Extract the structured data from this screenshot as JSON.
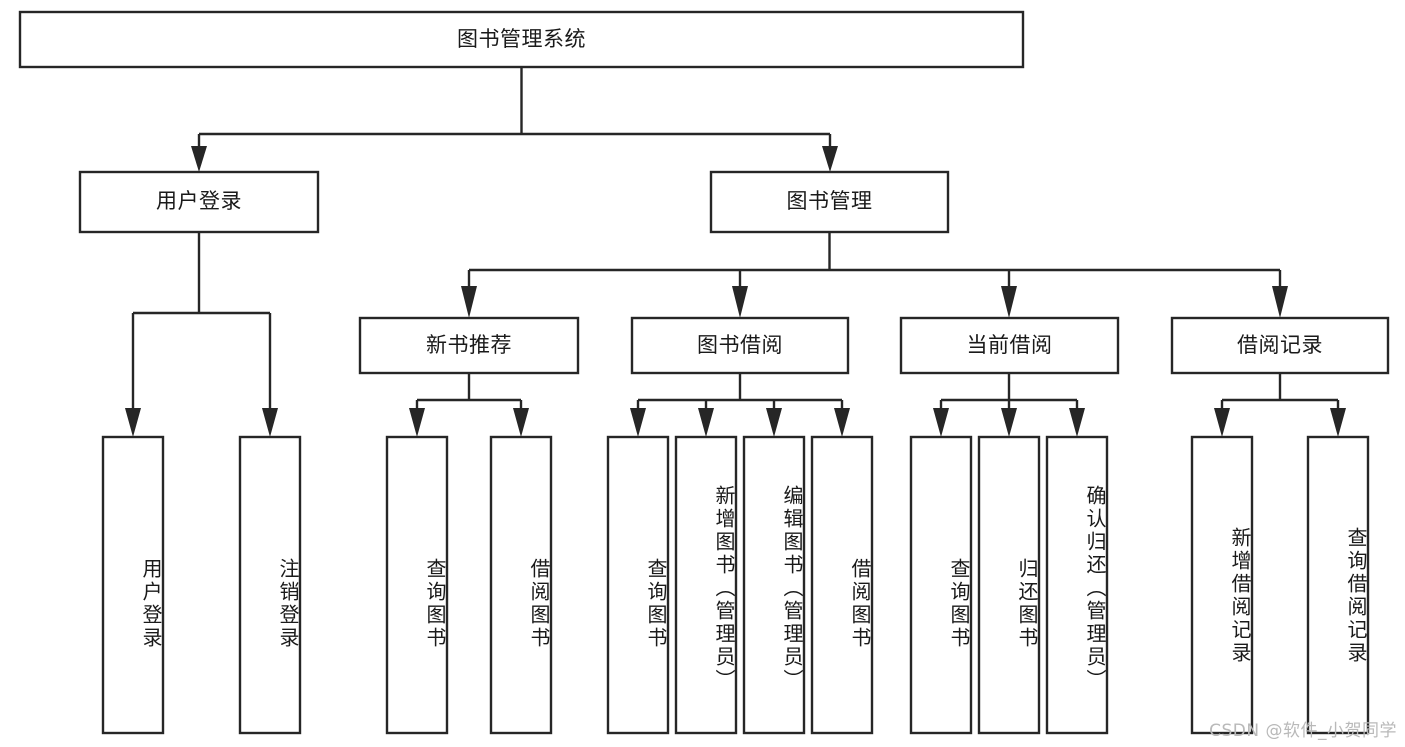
{
  "diagram": {
    "type": "tree-hierarchy-chart",
    "title_text": "图书管理系统",
    "colors": {
      "stroke": "#262626",
      "box_fill": "#ffffff",
      "text": "#1a1a1a",
      "background": "#ffffff",
      "watermark": "#b9b9b9"
    },
    "root": {
      "label": "图书管理系统"
    },
    "level2": [
      {
        "label": "用户登录"
      },
      {
        "label": "图书管理"
      }
    ],
    "level3": [
      {
        "label": "新书推荐"
      },
      {
        "label": "图书借阅"
      },
      {
        "label": "当前借阅"
      },
      {
        "label": "借阅记录"
      }
    ],
    "leaves": {
      "user_login": [
        {
          "label": "用户登录"
        },
        {
          "label": "注销登录"
        }
      ],
      "new_book_recommend": [
        {
          "label": "查询图书"
        },
        {
          "label": "借阅图书"
        }
      ],
      "book_borrow": [
        {
          "label": "查询图书"
        },
        {
          "label": "新增图书（管理员）"
        },
        {
          "label": "编辑图书（管理员）"
        },
        {
          "label": "借阅图书"
        }
      ],
      "current_borrow": [
        {
          "label": "查询图书"
        },
        {
          "label": "归还图书"
        },
        {
          "label": "确认归还（管理员）"
        }
      ],
      "borrow_record": [
        {
          "label": "新增借阅记录"
        },
        {
          "label": "查询借阅记录"
        }
      ]
    }
  },
  "watermark": {
    "text": "CSDN @软件_小贺同学"
  }
}
